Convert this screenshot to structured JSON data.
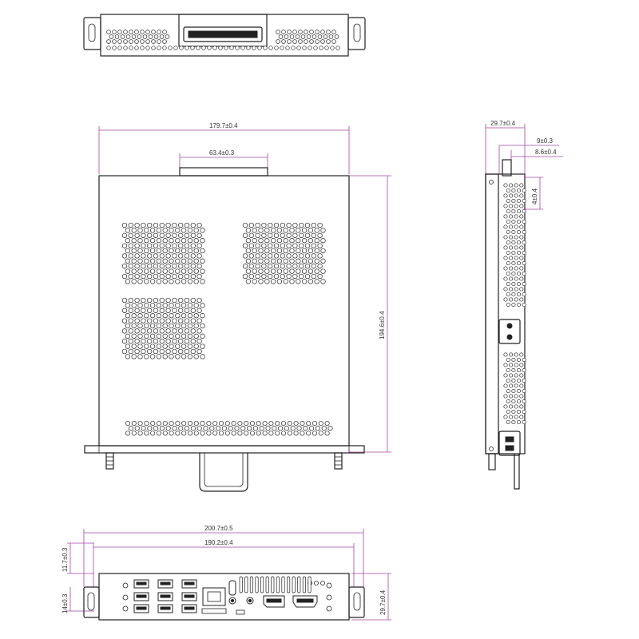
{
  "dimensions": {
    "width_overall": "179.7±0.4",
    "connector_width": "63.4±0.3",
    "depth": "194.6±0.4",
    "side_height": "29.7±0.4",
    "side_offset_1": "9±0.3",
    "side_offset_2": "8.6±0.4",
    "side_offset_3": "4±0.4",
    "front_overall": "200.7±0.5",
    "front_inner": "190.2±0.4",
    "front_left_upper": "11.7±0.3",
    "front_left_lower": "14±0.3",
    "front_right": "29.7±0.4"
  },
  "colors": {
    "dimension_line": "#a347a3",
    "outline": "#222222"
  }
}
